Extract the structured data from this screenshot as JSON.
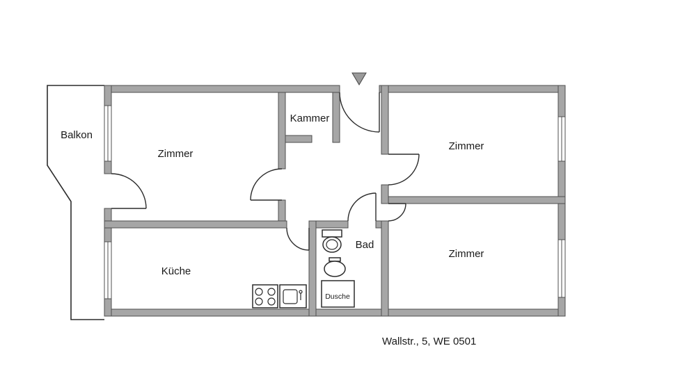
{
  "plan": {
    "caption": "Wallstr., 5, WE 0501",
    "rooms": {
      "balkon": "Balkon",
      "zimmer_top_left": "Zimmer",
      "kammer": "Kammer",
      "zimmer_top_right": "Zimmer",
      "kueche": "Küche",
      "bad": "Bad",
      "zimmer_bottom_right": "Zimmer"
    },
    "fixtures": {
      "dusche_label": "Dusche",
      "icons": [
        "entrance-arrow-icon",
        "stove-icon",
        "kitchen-sink-icon",
        "toilet-icon",
        "washbasin-icon",
        "shower-tray-icon"
      ]
    },
    "colors": {
      "background": "#ffffff",
      "wall_fill": "#a6a6a6",
      "wall_stroke": "#4f4f4f",
      "line": "#2b2b2b",
      "text": "#1a1a1a",
      "entrance_arrow_fill": "#9a9a9a"
    }
  }
}
